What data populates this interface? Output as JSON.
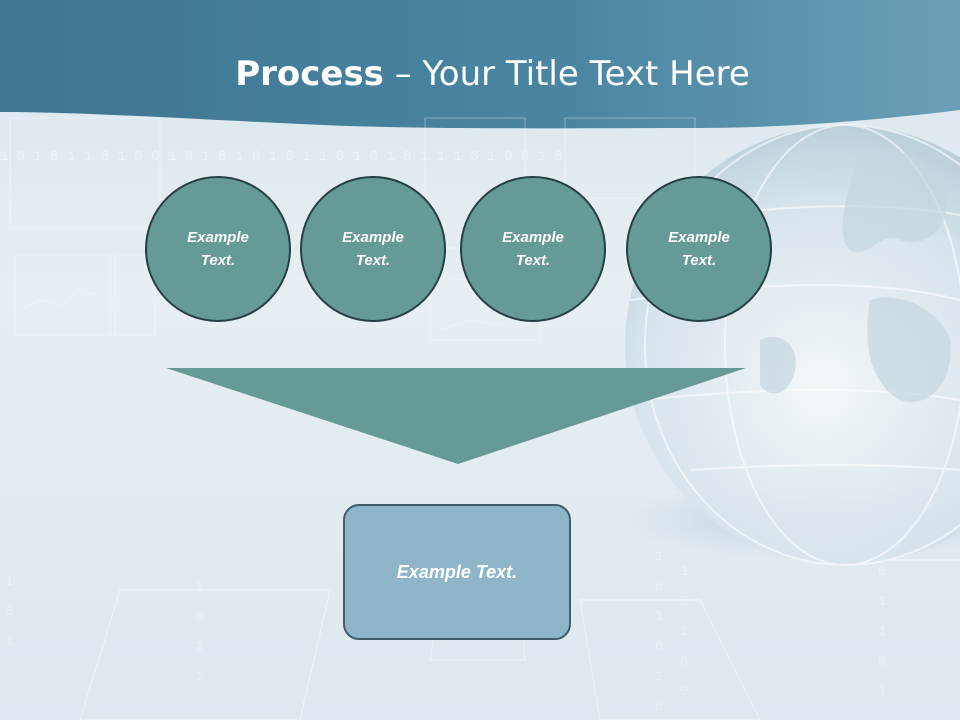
{
  "title": {
    "bold": "Process",
    "rest": " – Your Title Text Here"
  },
  "circles": [
    {
      "label": "Example Text."
    },
    {
      "label": "Example Text."
    },
    {
      "label": "Example Text."
    },
    {
      "label": "Example Text."
    }
  ],
  "result_box": {
    "label": "Example Text."
  },
  "colors": {
    "header_band": "#4a84a0",
    "circle_fill": "#659a97",
    "circle_border": "#263f45",
    "funnel_fill": "#659a97",
    "box_fill": "#8eb5c8",
    "box_border": "#3e5e6b"
  }
}
